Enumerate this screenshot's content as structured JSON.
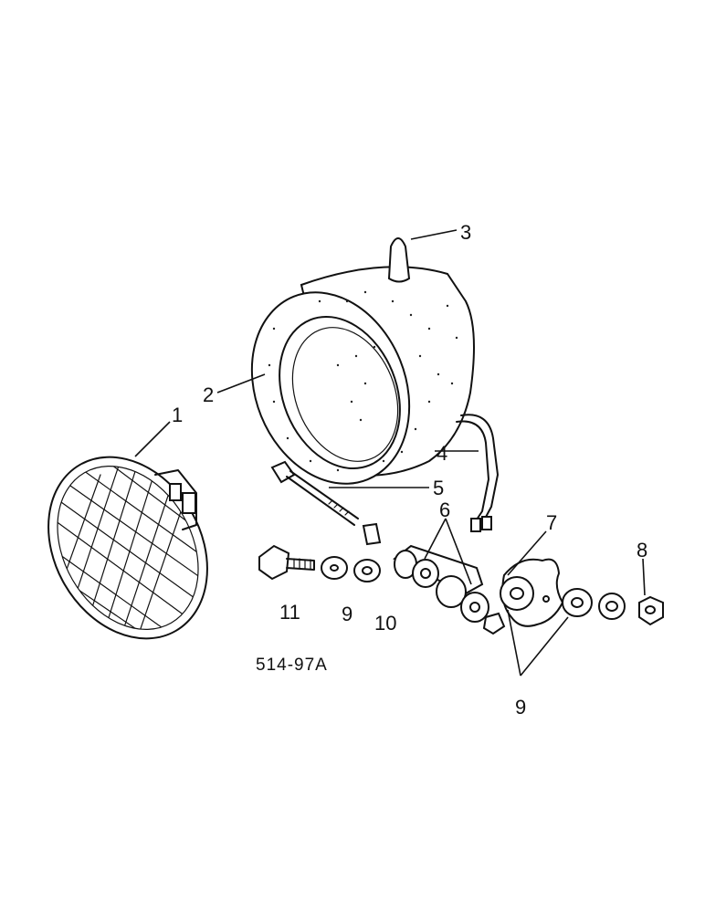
{
  "figure_code": "514-97A",
  "callouts": {
    "c1": "1",
    "c2": "2",
    "c3": "3",
    "c4": "4",
    "c5": "5",
    "c6": "6",
    "c7": "7",
    "c8": "8",
    "c9a": "9",
    "c9b": "9",
    "c10": "10",
    "c11": "11"
  }
}
